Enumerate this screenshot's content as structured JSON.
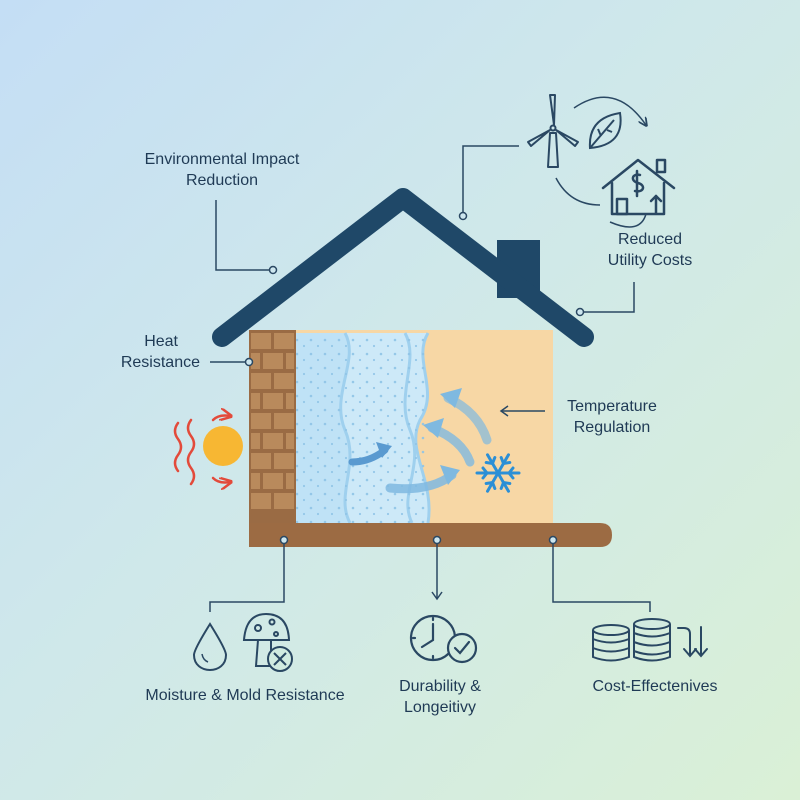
{
  "labels": {
    "environmental": [
      "Environmental Impact",
      "Reduction"
    ],
    "utility": [
      "Reduced",
      "Utility Costs"
    ],
    "heat": [
      "Heat",
      "Resistance"
    ],
    "temperature": [
      "Temperature",
      "Regulation"
    ],
    "moisture": "Moisture & Mold Resistance",
    "durability": [
      "Durability &",
      "Longeitivy"
    ],
    "cost": "Cost-Effectenives"
  },
  "icons": {
    "wind_turbine": "wind-turbine-icon",
    "leaf": "leaf-icon",
    "house_dollar": "house-dollar-icon",
    "sun": "sun-icon",
    "snowflake": "snowflake-icon",
    "water_drop": "water-drop-icon",
    "mushroom": "mushroom-icon",
    "clock_check": "clock-check-icon",
    "coins": "coin-stack-icon",
    "arrow_down": "arrow-down-icon"
  },
  "colors": {
    "line": "#2a4863",
    "roof": "#1f4868",
    "brick": "#9a6b44",
    "insulation": "#bfe2f6",
    "interior": "#f7d7a5",
    "sun": "#f7b733",
    "heat_wave": "#e34a3a",
    "cool_arrow": "#7fb9e0",
    "snowflake": "#2b8fd6",
    "floor": "#9c6b43"
  }
}
